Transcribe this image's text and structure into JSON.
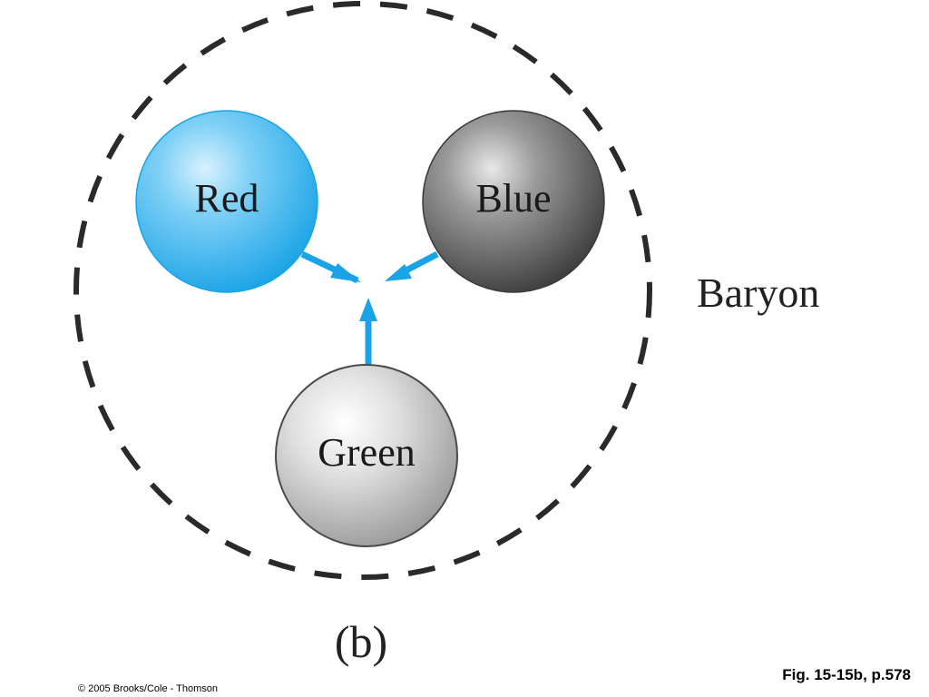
{
  "diagram": {
    "quarks": [
      {
        "id": "red",
        "label": "Red"
      },
      {
        "id": "blue",
        "label": "Blue"
      },
      {
        "id": "green",
        "label": "Green"
      }
    ],
    "group_label": "Baryon",
    "panel_label": "(b)"
  },
  "footer": {
    "figure_ref": "Fig. 15-15b, p.578",
    "copyright": "© 2005 Brooks/Cole - Thomson"
  },
  "colors": {
    "arrow": "#1aa3e6",
    "boundary": "#2a2a2a",
    "red_quark": "#35b4ef",
    "blue_quark": "#5a5a5a",
    "green_quark": "#c4c4c4"
  }
}
